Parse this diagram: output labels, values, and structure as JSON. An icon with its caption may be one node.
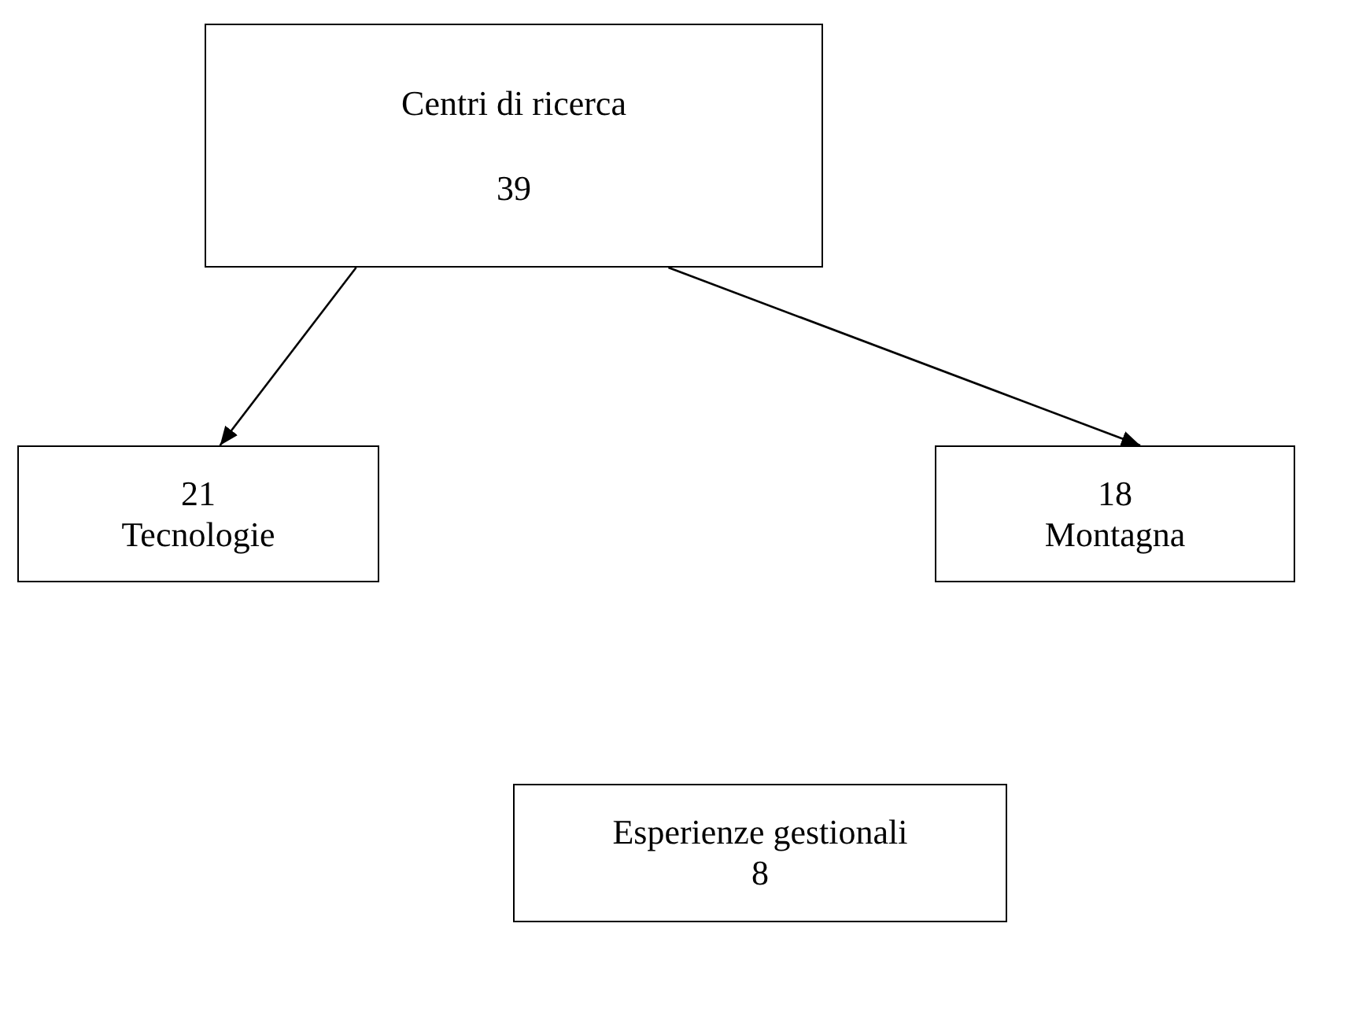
{
  "diagram": {
    "nodes": [
      {
        "text": [
          "Centri di ricerca",
          "39"
        ]
      },
      {
        "text": [
          "21",
          "Tecnologie"
        ]
      },
      {
        "text": [
          "18",
          "Montagna"
        ]
      },
      {
        "text": [
          "Esperienze gestionali",
          "8"
        ]
      }
    ],
    "edges": [
      {
        "from": 0,
        "to": 1,
        "arrow": "to"
      },
      {
        "from": 0,
        "to": 2,
        "arrow": "to"
      }
    ]
  }
}
